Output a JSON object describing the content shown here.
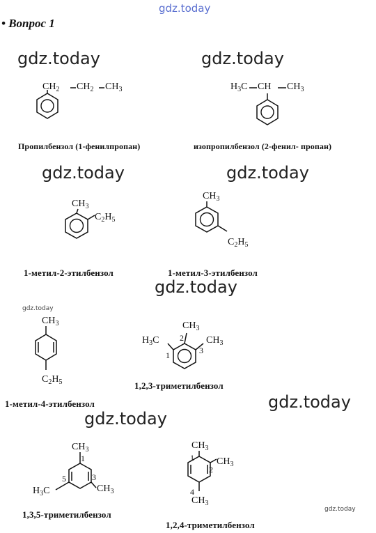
{
  "watermarks": {
    "top": "gdz.today",
    "w1": "gdz.today",
    "w2": "gdz.today",
    "w3": "gdz.today",
    "w4": "gdz.today",
    "w5": "gdz.today",
    "w6": "gdz.today",
    "w7": "gdz.today",
    "small1": "gdz.today",
    "small2": "gdz.today"
  },
  "title": "• Вопрос 1",
  "captions": {
    "propyl": "Пропилбензол (1-фенилпропан)",
    "isopropyl": "изопропилбензол (2-фенил- пропан)",
    "me2et": "1-метил-2-этилбензол",
    "me3et": "1-метил-3-этилбензол",
    "me4et": "1-метил-4-этилбензол",
    "tm123": "1,2,3-триметилбензол",
    "tm135": "1,3,5-триметилбензол",
    "tm124": "1,2,4-триметилбензол"
  },
  "groups": {
    "ch": "CH",
    "ch3": "CH",
    "c2h5": "C",
    "h3c": "H",
    "sub2": "2",
    "sub3": "3",
    "sub5": "5"
  },
  "locants": {
    "n1": "1",
    "n2": "2",
    "n3": "3",
    "n4": "4",
    "n5": "5"
  }
}
